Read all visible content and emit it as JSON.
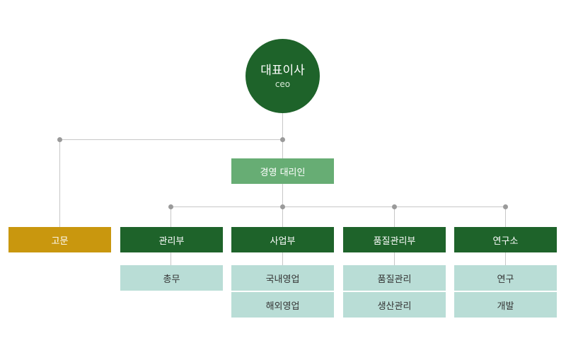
{
  "colors": {
    "ceo": "#1e632a",
    "department": "#1e632a",
    "deputy": "#67ad74",
    "advisor": "#c9970e",
    "team": "#b9ddd6",
    "connector": "#c7c7c7",
    "dot": "#9a9a9a"
  },
  "ceo": {
    "title": "대표이사",
    "subtitle": "ceo"
  },
  "deputy": "경영 대리인",
  "advisor": "고문",
  "departments": [
    {
      "name": "관리부",
      "teams": [
        "총무"
      ]
    },
    {
      "name": "사업부",
      "teams": [
        "국내영업",
        "해외영업"
      ]
    },
    {
      "name": "품질관리부",
      "teams": [
        "품질관리",
        "생산관리"
      ]
    },
    {
      "name": "연구소",
      "teams": [
        "연구",
        "개발"
      ]
    }
  ]
}
